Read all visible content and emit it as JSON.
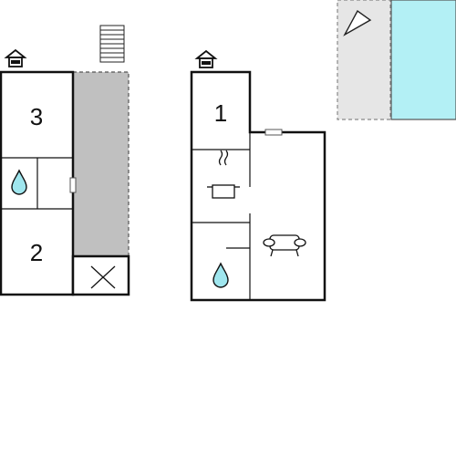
{
  "plan": {
    "left_building": {
      "rooms": [
        {
          "number": "3"
        },
        {
          "number": "2"
        }
      ],
      "icons": [
        "entrance-icon",
        "stairs-icon",
        "water-drop-icon",
        "door-icon",
        "void-cross-icon"
      ],
      "terrace_color": "#c0c0c0"
    },
    "right_building": {
      "rooms": [
        {
          "number": "1"
        }
      ],
      "icons": [
        "entrance-icon",
        "door-icon",
        "cooking-pot-icon",
        "sofa-icon",
        "water-drop-icon"
      ]
    },
    "outdoor": {
      "pool_color": "#b3f0f5",
      "garden_color": "#e6e6e6",
      "icons": [
        "lounger-icon"
      ]
    },
    "colors": {
      "wall": "#111111",
      "water": "#9fe6ee"
    }
  }
}
